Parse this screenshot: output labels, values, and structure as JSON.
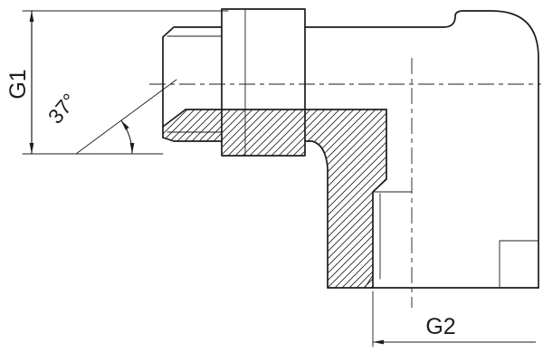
{
  "drawing": {
    "labels": {
      "g1": "G1",
      "flare_angle": "37°",
      "g2": "G2"
    },
    "colors": {
      "line": "#1d1d1d",
      "background": "#ffffff"
    }
  }
}
